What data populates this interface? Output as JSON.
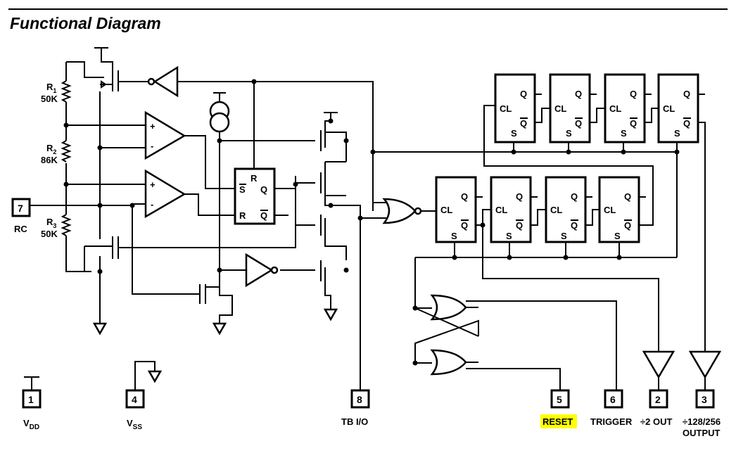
{
  "title": "Functional Diagram",
  "resistors": [
    {
      "name": "R",
      "sub": "1",
      "value": "50K"
    },
    {
      "name": "R",
      "sub": "2",
      "value": "86K"
    },
    {
      "name": "R",
      "sub": "3",
      "value": "50K"
    }
  ],
  "pins": [
    {
      "number": "7",
      "label": "RC"
    },
    {
      "number": "1",
      "label": "V",
      "sub": "DD"
    },
    {
      "number": "4",
      "label": "V",
      "sub": "SS"
    },
    {
      "number": "8",
      "label": "TB I/O"
    },
    {
      "number": "5",
      "label": "RESET"
    },
    {
      "number": "6",
      "label": "TRIGGER"
    },
    {
      "number": "2",
      "label": "÷2 OUT"
    },
    {
      "number": "3",
      "label": "÷128/256",
      "label2": "OUTPUT"
    }
  ],
  "sr_latch": {
    "top": "R",
    "s": "S",
    "q": "Q",
    "r": "R",
    "qbar": "Q"
  },
  "flipflop": {
    "cl": "CL",
    "q": "Q",
    "qbar": "Q",
    "s": "S"
  },
  "comparator": {
    "plus": "+",
    "minus": "-"
  },
  "colors": {
    "highlight": "#ffff00",
    "line": "#000000"
  }
}
